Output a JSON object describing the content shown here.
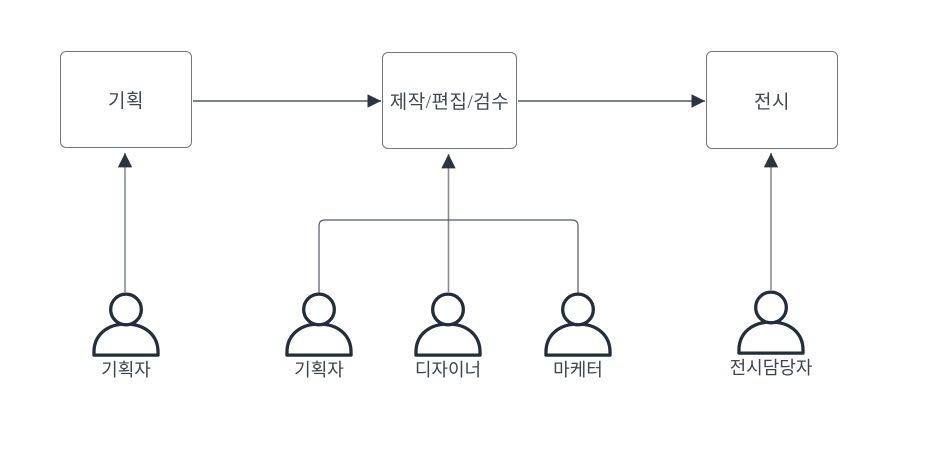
{
  "diagram": {
    "title": "content-production-workflow",
    "colors": {
      "box_border": "#71767e",
      "box_text": "#3f4755",
      "label_text": "#3d4450",
      "line_dark": "#525864",
      "line_light": "#878c94",
      "arrowhead": "#2c3441",
      "person": "#222e3d",
      "background": "#ffffff"
    },
    "boxes": [
      {
        "id": "planning",
        "label": "기획"
      },
      {
        "id": "production",
        "label": "제작/편집/검수"
      },
      {
        "id": "exhibition",
        "label": "전시"
      }
    ],
    "actors": [
      {
        "id": "planner-1",
        "label": "기획자"
      },
      {
        "id": "planner-2",
        "label": "기획자"
      },
      {
        "id": "designer",
        "label": "디자이너"
      },
      {
        "id": "marketer",
        "label": "마케터"
      },
      {
        "id": "exhibition-manager",
        "label": "전시담당자"
      }
    ],
    "edges": [
      {
        "from": "planning",
        "to": "production"
      },
      {
        "from": "production",
        "to": "exhibition"
      },
      {
        "from": "planner-1",
        "to": "planning"
      },
      {
        "from": "planner-2",
        "to": "production"
      },
      {
        "from": "designer",
        "to": "production"
      },
      {
        "from": "marketer",
        "to": "production"
      },
      {
        "from": "exhibition-manager",
        "to": "exhibition"
      }
    ]
  }
}
